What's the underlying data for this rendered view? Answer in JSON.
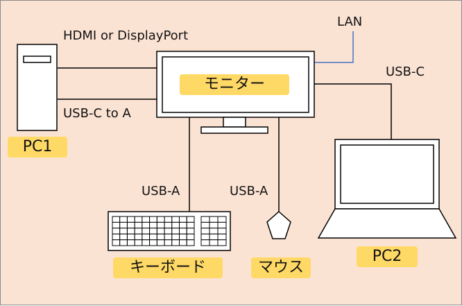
{
  "devices": {
    "monitor_label": "モニター",
    "pc1_label": "PC1",
    "pc2_label": "PC2",
    "keyboard_label": "キーボード",
    "mouse_label": "マウス"
  },
  "connections": {
    "hdmi_label": "HDMI or DisplayPort",
    "usb_c_to_a_label": "USB-C to A",
    "lan_label": "LAN",
    "usb_c_label": "USB-C",
    "keyboard_usb_label": "USB-A",
    "mouse_usb_label": "USB-A"
  },
  "colors": {
    "background": "#fbe3d4",
    "tag": "#ffd966",
    "lan_cable": "#4472c4",
    "line": "#000000"
  }
}
